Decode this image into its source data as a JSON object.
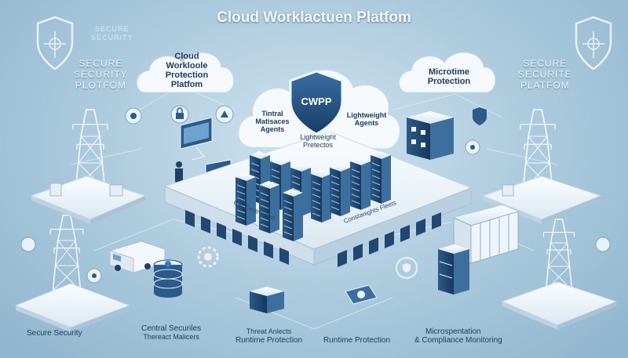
{
  "title": "Cloud Worklactuen Platfom",
  "top_left_small": [
    "SECURE",
    "SECURITY"
  ],
  "left_label": [
    "SECURE",
    "SECURITY",
    "PLOTFOM"
  ],
  "right_label": [
    "SECURE",
    "SECURITE",
    "PLATFOM"
  ],
  "left_cloud": [
    "Cloud",
    "Workloole",
    "Protection",
    "Platfom"
  ],
  "right_cloud": [
    "Microtime",
    "Protection"
  ],
  "center_badge": "CWPP",
  "center_cloud_left": [
    "Tintral",
    "Matisaces",
    "Agents"
  ],
  "center_cloud_right": [
    "Lightweight",
    "Agents"
  ],
  "center_cloud_bottom": [
    "Lightweight",
    "Pretectos"
  ],
  "platform_label_left": "Cer Centralized",
  "platform_label_right": "Constanights Fleets",
  "bottom_labels": {
    "secure_security": "Secure Security",
    "central_1": "Central Securiles",
    "central_2": "Thereact Malicers",
    "threat_1": "Threat Anlects",
    "threat_2": "Runtime Protection",
    "runtime": "Runtime Protection",
    "micro_1": "Microspentation",
    "micro_2": "& Compliance Monitoring"
  },
  "colors": {
    "background": "#a9c8dc",
    "server_dark": "#1f4872",
    "server_mid": "#3d6f9e",
    "platform": "#eef4f9",
    "cloud": "#f6f9fc",
    "accent": "#2e7fc1",
    "tower": "#eaf2f8"
  },
  "icons": [
    "shield-icon",
    "shield-icon",
    "shield-icon",
    "lock-icon",
    "gear-icon",
    "bug-icon",
    "monitor-icon",
    "server-rack-icon",
    "truck-icon",
    "database-icon",
    "transmission-tower-icon",
    "person-icon"
  ]
}
